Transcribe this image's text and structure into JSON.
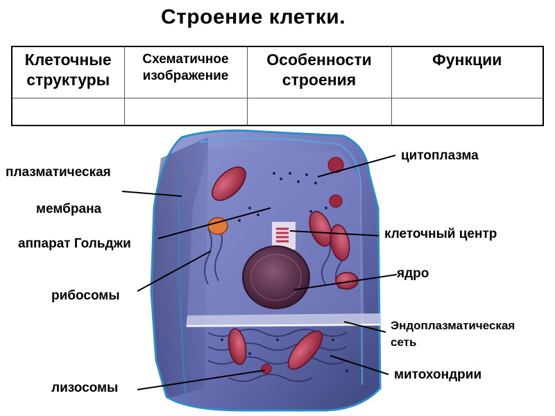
{
  "title": "Строение клетки.",
  "table": {
    "headers": [
      "Клеточные структуры",
      "Схематичное изображение",
      "Особенности строения",
      "Функции"
    ],
    "row": [
      "",
      "",
      "",
      ""
    ]
  },
  "labels": {
    "plasma_membrane_1": "плазматическая",
    "plasma_membrane_2": "мембрана",
    "golgi": "аппарат Гольджи",
    "ribosomes": "рибосомы",
    "lysosomes": "лизосомы",
    "cytoplasm": "цитоплазма",
    "cell_center": "клеточный центр",
    "nucleus": "ядро",
    "er_1": "Эндоплазматическая",
    "er_2": "сеть",
    "mitochondria": "митохондрии"
  },
  "colors": {
    "cell_body": "#7a82c0",
    "cell_dark": "#3d4582",
    "membrane": "#2c8fc8",
    "mitochondria": "#b2334c",
    "nucleus": "#5a2f4a",
    "golgi": "#e07a3a"
  }
}
